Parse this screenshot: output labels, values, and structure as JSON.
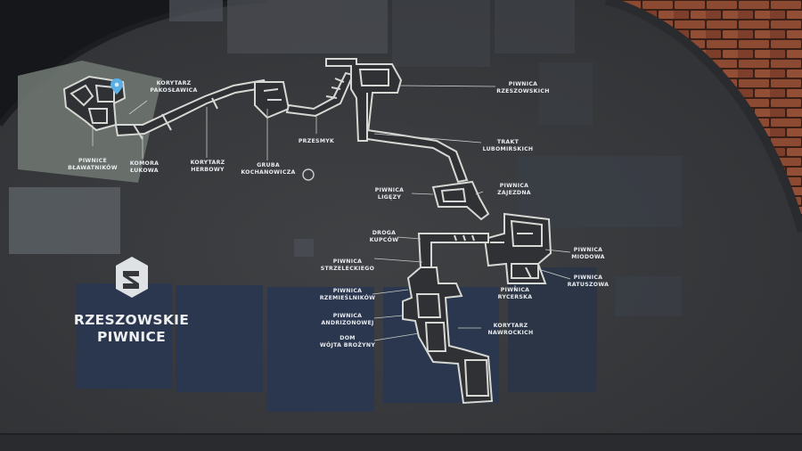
{
  "brand": {
    "line1": "RZESZOWSKIE",
    "line2": "PIWNICE",
    "logo": "rzeszow-cellars-logo"
  },
  "labels": {
    "korytarz_pakoslawica": [
      "KORYTARZ",
      "PAKOSŁAWICA"
    ],
    "piwnica_blawatnikow": [
      "PIWNICE",
      "BŁAWATNIKÓW"
    ],
    "komora_lukowa": [
      "KOMORA",
      "ŁUKOWA"
    ],
    "korytarz_herbowy": [
      "KORYTARZ",
      "HERBOWY"
    ],
    "gruba_kochanowicza": [
      "GRUBA",
      "KOCHANOWICZA"
    ],
    "przesmyk": [
      "PRZESMYK"
    ],
    "piwnica_rzeszowskich": [
      "PIWNICA",
      "RZESZOWSKICH"
    ],
    "trakt_lubomirskich": [
      "TRAKT",
      "LUBOMIRSKICH"
    ],
    "piwnica_ligezy": [
      "PIWNICA",
      "LIGĘZY"
    ],
    "piwnica_zajezdna": [
      "PIWNICA",
      "ZAJEZDNA"
    ],
    "droga_kupcow": [
      "DROGA",
      "KUPCÓW"
    ],
    "piwnica_miodowa": [
      "PIWNICA",
      "MIODOWA"
    ],
    "piwnica_strzeleckiego": [
      "PIWNICA",
      "STRZELECKIEGO"
    ],
    "piwnica_ratuszowa": [
      "PIWNICA",
      "RATUSZOWA"
    ],
    "piwnica_rzemieslnikow": [
      "PIWNICA",
      "RZEMIEŚLNIKÓW"
    ],
    "piwnica_rycerska": [
      "PIWNICA",
      "RYCERSKA"
    ],
    "piwnica_andrizonowej": [
      "PIWNICA",
      "ANDRIZONOWEJ"
    ],
    "dom_wojta_brozyny": [
      "DOM",
      "WÓJTA BROŻYNY"
    ],
    "korytarz_nawrockich": [
      "KORYTARZ",
      "NAWROCKICH"
    ]
  },
  "colors": {
    "wall": "#36383b",
    "wall_light": "#3c3e41",
    "block": "#2e3a52",
    "block_light": "#5a6068",
    "highlight_zone": "#6f7670",
    "corridor": "#d3d5d0",
    "brick": "#8a4a33",
    "location_pin": "#5ab0e6"
  },
  "icons": {
    "location_pin": "location-pin-icon",
    "marker": "circle-marker-icon"
  }
}
